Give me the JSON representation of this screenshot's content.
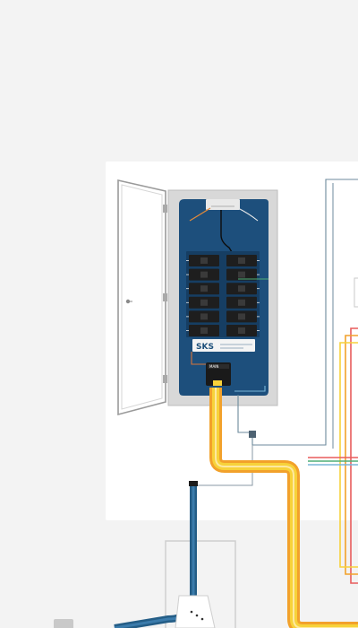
{
  "colors": {
    "background": "#f3f3f3",
    "card": "#ffffff",
    "enclosure": "#d8d8d8",
    "panel_blue": "#1d4f7c",
    "panel_dark": "#163e63",
    "breaker": "#1e1e1e",
    "door": "#ffffff",
    "cable_orange": "#f2a12b",
    "cable_yellow": "#f7d23a",
    "conduit_blue": "#245d86",
    "wire_gray": "#6c8a9c"
  },
  "diagram": {
    "breaker_rows": 6,
    "breaker_columns": 2,
    "device_label": "SKS",
    "junction_label": "MAIN",
    "cable_bundle": [
      "orange",
      "yellow",
      "orange"
    ],
    "side_wires": [
      "red",
      "orange",
      "yellow",
      "blue",
      "gray"
    ]
  }
}
